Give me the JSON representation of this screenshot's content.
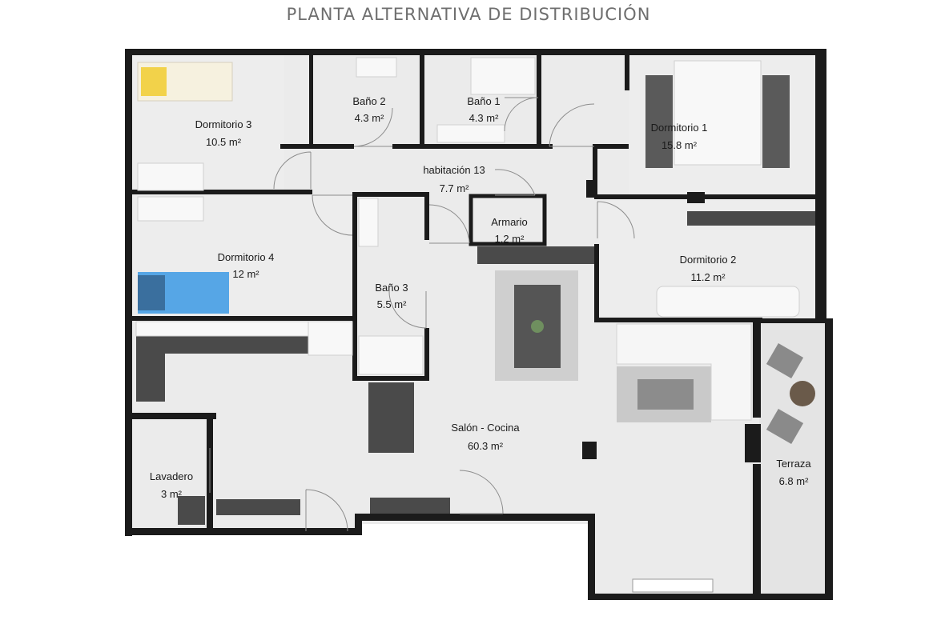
{
  "title": "PLANTA ALTERNATIVA DE DISTRIBUCIÓN",
  "colors": {
    "wall": "#1b1b1b",
    "floor": "#ececec",
    "floor_light": "#f3f3f3",
    "furniture_dark": "#4a4a4a",
    "bed_blue": "#56a6e6",
    "bed_yellow": "#f2d24a"
  },
  "rooms": [
    {
      "name": "Dormitorio 3",
      "area": "10.5 m²"
    },
    {
      "name": "Baño 2",
      "area": "4.3 m²"
    },
    {
      "name": "Baño 1",
      "area": "4.3 m²"
    },
    {
      "name": "Dormitorio 1",
      "area": "15.8 m²"
    },
    {
      "name": "habitación 13",
      "area": "7.7 m²"
    },
    {
      "name": "Armario",
      "area": "1.2 m²"
    },
    {
      "name": "Dormitorio 4",
      "area": "12 m²"
    },
    {
      "name": "Baño 3",
      "area": "5.5 m²"
    },
    {
      "name": "Dormitorio 2",
      "area": "11.2 m²"
    },
    {
      "name": "Salón - Cocina",
      "area": "60.3 m²"
    },
    {
      "name": "Lavadero",
      "area": "3 m²"
    },
    {
      "name": "Terraza",
      "area": "6.8 m²"
    }
  ]
}
